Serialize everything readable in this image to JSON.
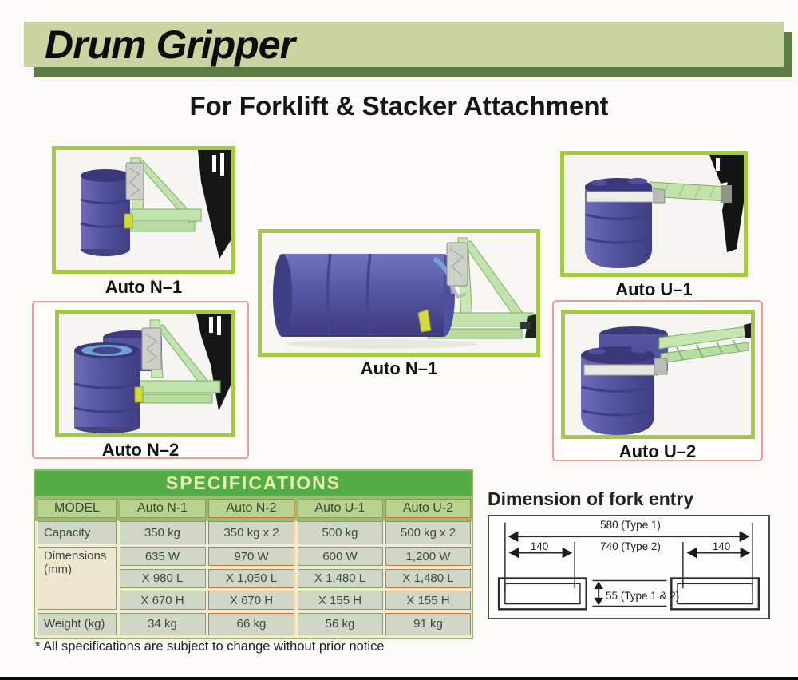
{
  "banner": {
    "title": "Drum Gripper"
  },
  "subtitle": "For Forklift & Stacker Attachment",
  "products": [
    {
      "label": "Auto N–1"
    },
    {
      "label": "Auto N–1"
    },
    {
      "label": "Auto U–1"
    },
    {
      "label": "Auto N–2"
    },
    {
      "label": "Auto U–2"
    }
  ],
  "spec": {
    "title": "SPECIFICATIONS",
    "headers": [
      "MODEL",
      "Auto N-1",
      "Auto N-2",
      "Auto U-1",
      "Auto U-2"
    ],
    "capacity": {
      "label": "Capacity",
      "values": [
        "350 kg",
        "350 kg x 2",
        "500 kg",
        "500 kg x 2"
      ]
    },
    "dimensions": {
      "label": "Dimensions (mm)",
      "w": [
        "635 W",
        "970 W",
        "600 W",
        "1,200 W"
      ],
      "l": [
        "X 980 L",
        "X 1,050 L",
        "X 1,480 L",
        "X 1,480 L"
      ],
      "h": [
        "X 670 H",
        "X 670 H",
        "X 155 H",
        "X 155 H"
      ]
    },
    "weight": {
      "label": "Weight (kg)",
      "values": [
        "34 kg",
        "66 kg",
        "56 kg",
        "91 kg"
      ]
    }
  },
  "fork_entry": {
    "title": "Dimension of fork entry",
    "span_type1": "580 (Type 1)",
    "span_type2": "740 (Type 2)",
    "side_left": "140",
    "side_right": "140",
    "pocket_height": "55 (Type 1 & 2)"
  },
  "footnote": "* All specifications are subject to change without prior notice",
  "colors": {
    "accent_green": "#53ac45",
    "banner_green": "#c9d4a0",
    "tile_border_green": "#a2ca44",
    "red_border": "#ed9a9a",
    "orange_border": "#c07c35",
    "drum_blue": "#55539f"
  }
}
